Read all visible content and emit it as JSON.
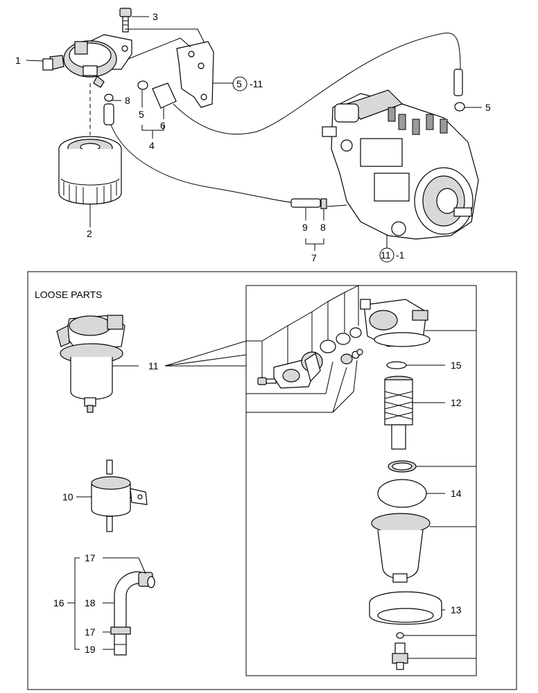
{
  "section_title": "LOOSE PARTS",
  "callouts": {
    "c1": "1",
    "c2": "2",
    "c3": "3",
    "c4": "4",
    "c5a": "5",
    "c5b": "5",
    "c6": "6",
    "c7": "7",
    "c8a": "8",
    "c8b": "8",
    "c9": "9",
    "c5_11_circle": "5",
    "c5_11_suffix": "-11",
    "c11_1_circle": "11",
    "c11_1_suffix": "-1",
    "c10": "10",
    "c11": "11",
    "c12": "12",
    "c13": "13",
    "c14": "14",
    "c15": "15",
    "c16": "16",
    "c17a": "17",
    "c17b": "17",
    "c18": "18",
    "c19": "19"
  }
}
